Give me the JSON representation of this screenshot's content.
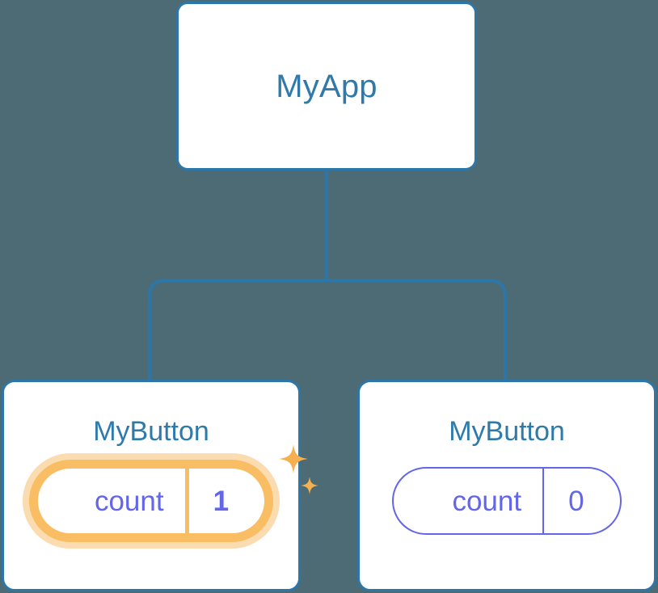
{
  "canvas": {
    "background_color": "#4d6b74",
    "node_border_color": "#2d76a8",
    "node_background_color": "#ffffff",
    "node_title_color": "#2d7aab",
    "state_color": "#6366e8",
    "highlight_color": "#f9bd63",
    "highlight_glow_color": "#fadcb0"
  },
  "tree": {
    "root": {
      "title": "MyApp"
    },
    "children": [
      {
        "title": "MyButton",
        "state": {
          "key": "count",
          "value": "1",
          "highlighted": true,
          "sparkle_icons": [
            "sparkle-large-icon",
            "sparkle-small-icon"
          ]
        }
      },
      {
        "title": "MyButton",
        "state": {
          "key": "count",
          "value": "0",
          "highlighted": false,
          "sparkle_icons": []
        }
      }
    ]
  }
}
